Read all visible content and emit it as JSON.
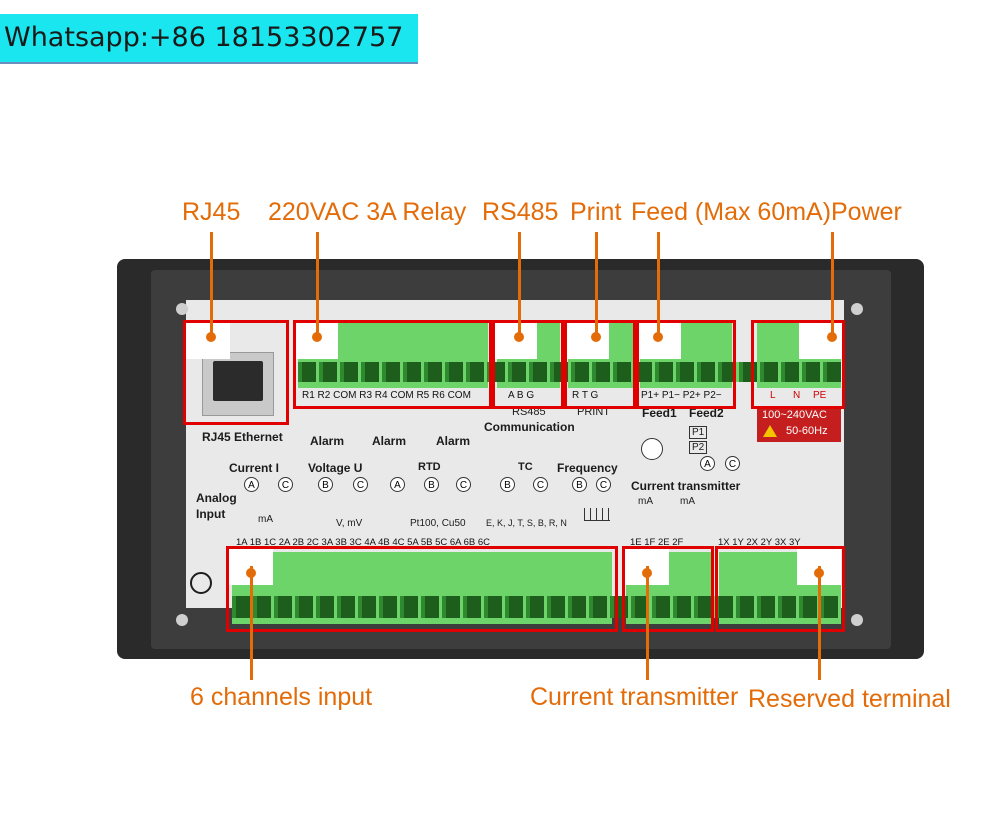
{
  "banner": {
    "text": "Whatsapp:+86 18153302757"
  },
  "top_labels": [
    {
      "id": "rj45",
      "text": "RJ45"
    },
    {
      "id": "relay",
      "text": "220VAC 3A Relay"
    },
    {
      "id": "rs485",
      "text": "RS485"
    },
    {
      "id": "print",
      "text": "Print"
    },
    {
      "id": "feed",
      "text": "Feed (Max 60mA)"
    },
    {
      "id": "power",
      "text": "Power"
    }
  ],
  "bottom_labels": [
    {
      "id": "channels",
      "text": "6 channels input"
    },
    {
      "id": "transmitter",
      "text": "Current transmitter"
    },
    {
      "id": "reserved",
      "text": "Reserved terminal"
    }
  ],
  "panel": {
    "rj45_label": "RJ45 Ethernet",
    "relay_pins": "R1  R2 COM    R3  R4 COM    R5  R6 COM",
    "alarm": "Alarm",
    "rs485_pins": "A    B    G",
    "rs485_caption": "RS485",
    "communication": "Communication",
    "print_pins": "R    T    G",
    "print_caption": "PRINT",
    "feed_pins": "P1+ P1−  P2+ P2−",
    "feed1": "Feed1",
    "feed2": "Feed2",
    "power_pins": [
      "L",
      "N",
      "PE"
    ],
    "power_rating_1": "100~240VAC",
    "power_rating_2": "50-60Hz",
    "current_i": "Current I",
    "voltage_u": "Voltage U",
    "rtd": "RTD",
    "tc": "TC",
    "frequency": "Frequency",
    "current_transmitter": "Current transmitter",
    "analog_input": "Analog",
    "analog_input_2": "Input",
    "ma": "mA",
    "v_mv": "V, mV",
    "pt100": "Pt100, Cu50",
    "tc_types": "E, K, J, T, S, B, R, N",
    "p1": "P1",
    "p2": "P2",
    "bottom_pins_left": "1A  1B  1C   2A  2B  2C   3A  3B  3C   4A  4B  4C   5A  5B  5C   6A  6B  6C",
    "bottom_pins_mid": "1E   1F   2E   2F",
    "bottom_pins_right": "1X   1Y   2X   2Y   3X   3Y"
  },
  "colors": {
    "accent": "#e36c09",
    "highlight": "#e00000",
    "terminal": "#6dd46a",
    "banner": "#19e6ef"
  }
}
